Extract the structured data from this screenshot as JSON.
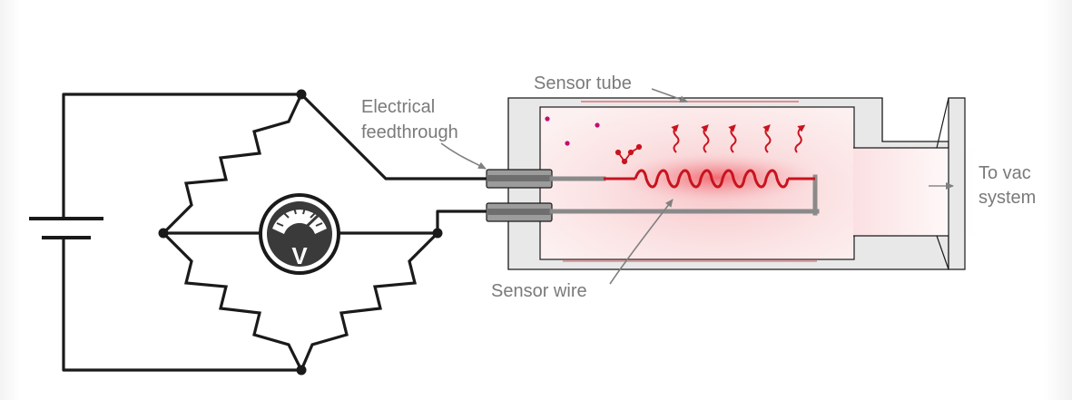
{
  "labels": {
    "sensor_tube": "Sensor tube",
    "electrical_line1": "Electrical",
    "electrical_line2": "feedthrough",
    "sensor_wire": "Sensor wire",
    "vacuum_line1": "To vac",
    "vacuum_line2": "system"
  },
  "meter": {
    "symbol": "V",
    "icon": "voltmeter-icon"
  },
  "colors": {
    "wire": "#1a1a1a",
    "label": "#7a7a7a",
    "heat": "#d4141e",
    "tube_wall": "#e8e8e8"
  }
}
